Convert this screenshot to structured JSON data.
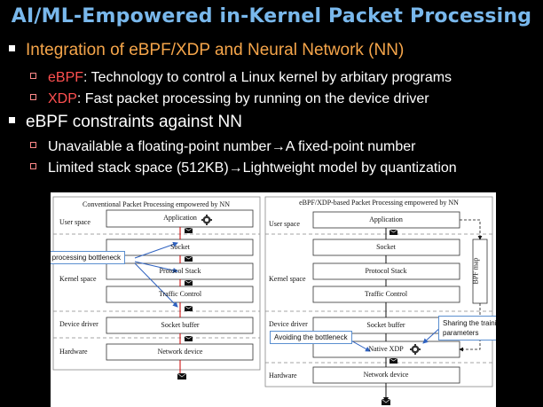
{
  "slide": {
    "title": "AI/ML-Empowered in-Kernel Packet Processing",
    "bullets": [
      {
        "text": "Integration of eBPF/XDP and Neural Network (NN)",
        "sub": [
          {
            "term": "eBPF",
            "rest": ": Technology to control a Linux kernel by arbitary programs"
          },
          {
            "term": "XDP",
            "rest": ": Fast packet processing by running on the device driver"
          }
        ]
      },
      {
        "text": "eBPF constraints against NN",
        "sub": [
          {
            "text": "Unavailable a floating-point number→A fixed-point number"
          },
          {
            "text": "Limited stack space (512KB)→Lightweight model by quantization"
          }
        ]
      }
    ]
  },
  "diagram": {
    "left": {
      "title": "Conventional Packet Processing empowered by NN",
      "layers": [
        "User space",
        "Kernel space",
        "Device driver",
        "Hardware"
      ],
      "boxes": [
        "Application",
        "Socket",
        "Protocol Stack",
        "Traffic Control",
        "Socket buffer",
        "Network device"
      ]
    },
    "right": {
      "title": "eBPF/XDP-based Packet Processing empowered by NN",
      "layers": [
        "User space",
        "Kernel space",
        "Device driver",
        "Hardware"
      ],
      "boxes": [
        "Application",
        "Socket",
        "Protocol Stack",
        "Traffic Control",
        "Socket buffer",
        "Native XDP",
        "Network device"
      ],
      "map_label": "BPF map"
    },
    "callouts": {
      "bottleneck": "Packet processing bottleneck",
      "avoiding": "Avoiding the bottleneck",
      "sharing_1": "Sharing the training",
      "sharing_2": "parameters"
    }
  },
  "colors": {
    "title": "#79b8ec",
    "highlight": "#f5a54a",
    "accent": "#ff5050",
    "callout_border": "#5b8fd0"
  },
  "icons": [
    "gear-icon",
    "envelope-icon",
    "arrow-icon"
  ]
}
